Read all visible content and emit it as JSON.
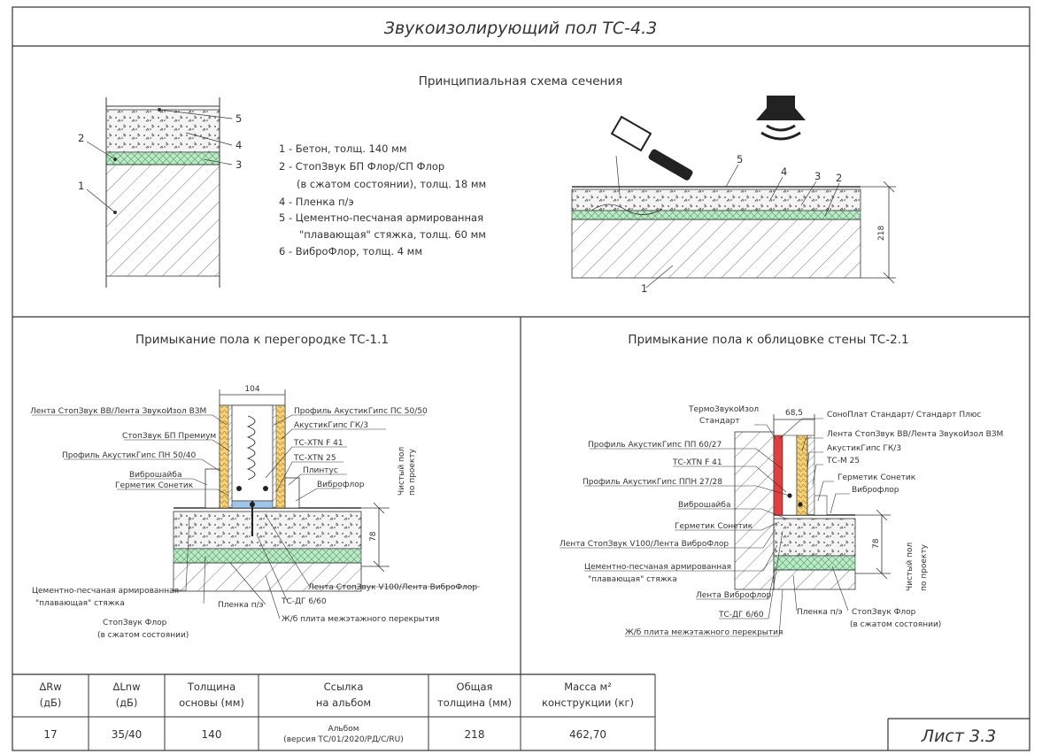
{
  "title": "Звукоизолирующий пол ТС-4.3",
  "section": {
    "title": "Принципиальная схема сечения",
    "legend": [
      "1 - Бетон, толщ. 140 мм",
      "2 - СтопЗвук БП Флор/СП Флор",
      "(в сжатом состоянии), толщ. 18 мм",
      "4 - Пленка п/э",
      "5 - Цементно-песчаная армированная",
      "\"плавающая\" стяжка, толщ. 60 мм",
      "6 - ВиброФлор, толщ. 4 мм"
    ],
    "left_callouts": [
      "1",
      "2",
      "3",
      "4",
      "5"
    ],
    "right_callouts": [
      "1",
      "2",
      "3",
      "4",
      "5"
    ],
    "dim_total": "218"
  },
  "detail_left": {
    "title": "Примыкание пола к перегородке ТС-1.1",
    "dim_width": "104",
    "dim_screed": "78",
    "clean_floor": [
      "Чистый пол",
      "по проекту"
    ],
    "labels": [
      "Лента СтопЗвук ВВ/Лента ЗвукоИзол ВЗМ",
      "СтопЗвук БП Премиум",
      "Профиль АкустикГипс ПН 50/40",
      "Виброшайба",
      "Герметик Сонетик",
      "Профиль АкустикГипс ПС 50/50",
      "АкустикГипс ГК/3",
      "ТС-XTN F 41",
      "ТС-XTN 25",
      "Плинтус",
      "Виброфлор",
      "Цементно-песчаная армированная",
      "\"плавающая\" стяжка",
      "СтопЗвук Флор",
      "(в сжатом состоянии)",
      "Пленка п/э",
      "ТС-ДГ 6/60",
      "Ж/б плита межэтажного перекрытия",
      "Лента СтопЗвук V100/Лента ВиброФлор"
    ]
  },
  "detail_right": {
    "title": "Примыкание пола к облицовке стены ТС-2.1",
    "dim_width": "68,5",
    "dim_screed": "78",
    "clean_floor": [
      "Чистый пол",
      "по проекту"
    ],
    "labels": [
      "ТермоЗвукоИзол",
      "Стандарт",
      "Профиль АкустикГипс ПП 60/27",
      "ТС-XTN F 41",
      "Профиль АкустикГипс ППН 27/28",
      "Виброшайба",
      "Герметик Сонетик",
      "Лента СтопЗвук V100/Лента ВиброФлор",
      "Цементно-песчаная армированная",
      "\"плавающая\" стяжка",
      "Лента Виброфлор",
      "ТС-ДГ 6/60",
      "Ж/б плита межэтажного перекрытия",
      "СоноПлат Стандарт/ Стандарт Плюс",
      "Лента СтопЗвук ВВ/Лента ЗвукоИзол ВЗМ",
      "АкустикГипс ГК/3",
      "ТС-М 25",
      "Герметик Сонетик",
      "Виброфлор",
      "Пленка п/э",
      "СтопЗвук Флор",
      "(в сжатом состоянии)"
    ]
  },
  "table": {
    "headers": [
      [
        "ΔRw",
        "(дБ)"
      ],
      [
        "ΔLnw",
        "(дБ)"
      ],
      [
        "Толщина",
        "основы (мм)"
      ],
      [
        "Ссылка",
        "на альбом"
      ],
      [
        "Общая",
        "толщина (мм)"
      ],
      [
        "Масса м²",
        "конструкции (кг)"
      ]
    ],
    "row": [
      "17",
      "35/40",
      "140",
      "Альбом",
      "(версия ТС/01/2020/РД/С/RU)",
      "218",
      "462,70"
    ]
  },
  "sheet_label": "Лист 3.3"
}
